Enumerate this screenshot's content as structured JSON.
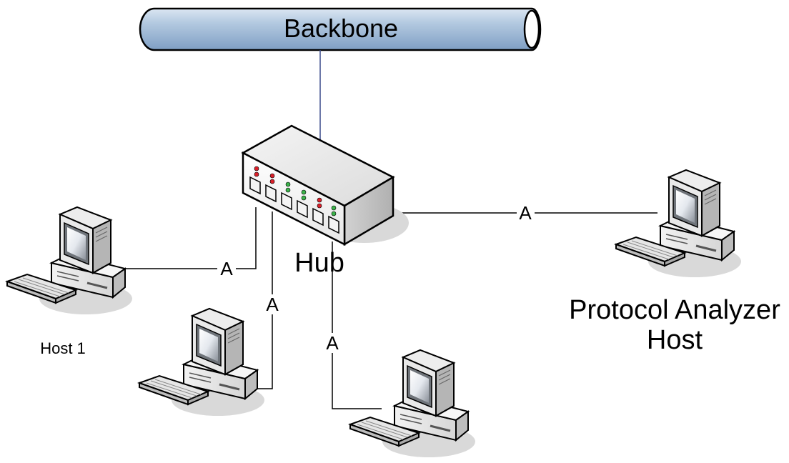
{
  "backbone": {
    "label": "Backbone",
    "fill_color": "#b8cde3"
  },
  "hub": {
    "label": "Hub"
  },
  "hosts": {
    "host1": {
      "label": "Host 1"
    },
    "analyzer": {
      "label_line1": "Protocol Analyzer",
      "label_line2": "Host"
    }
  },
  "links": [
    {
      "id": "host1",
      "label": "A"
    },
    {
      "id": "host2",
      "label": "A"
    },
    {
      "id": "host3",
      "label": "A"
    },
    {
      "id": "analyzer",
      "label": "A"
    }
  ],
  "led_colors": {
    "red": "#d9202a",
    "green": "#3bb34a"
  }
}
